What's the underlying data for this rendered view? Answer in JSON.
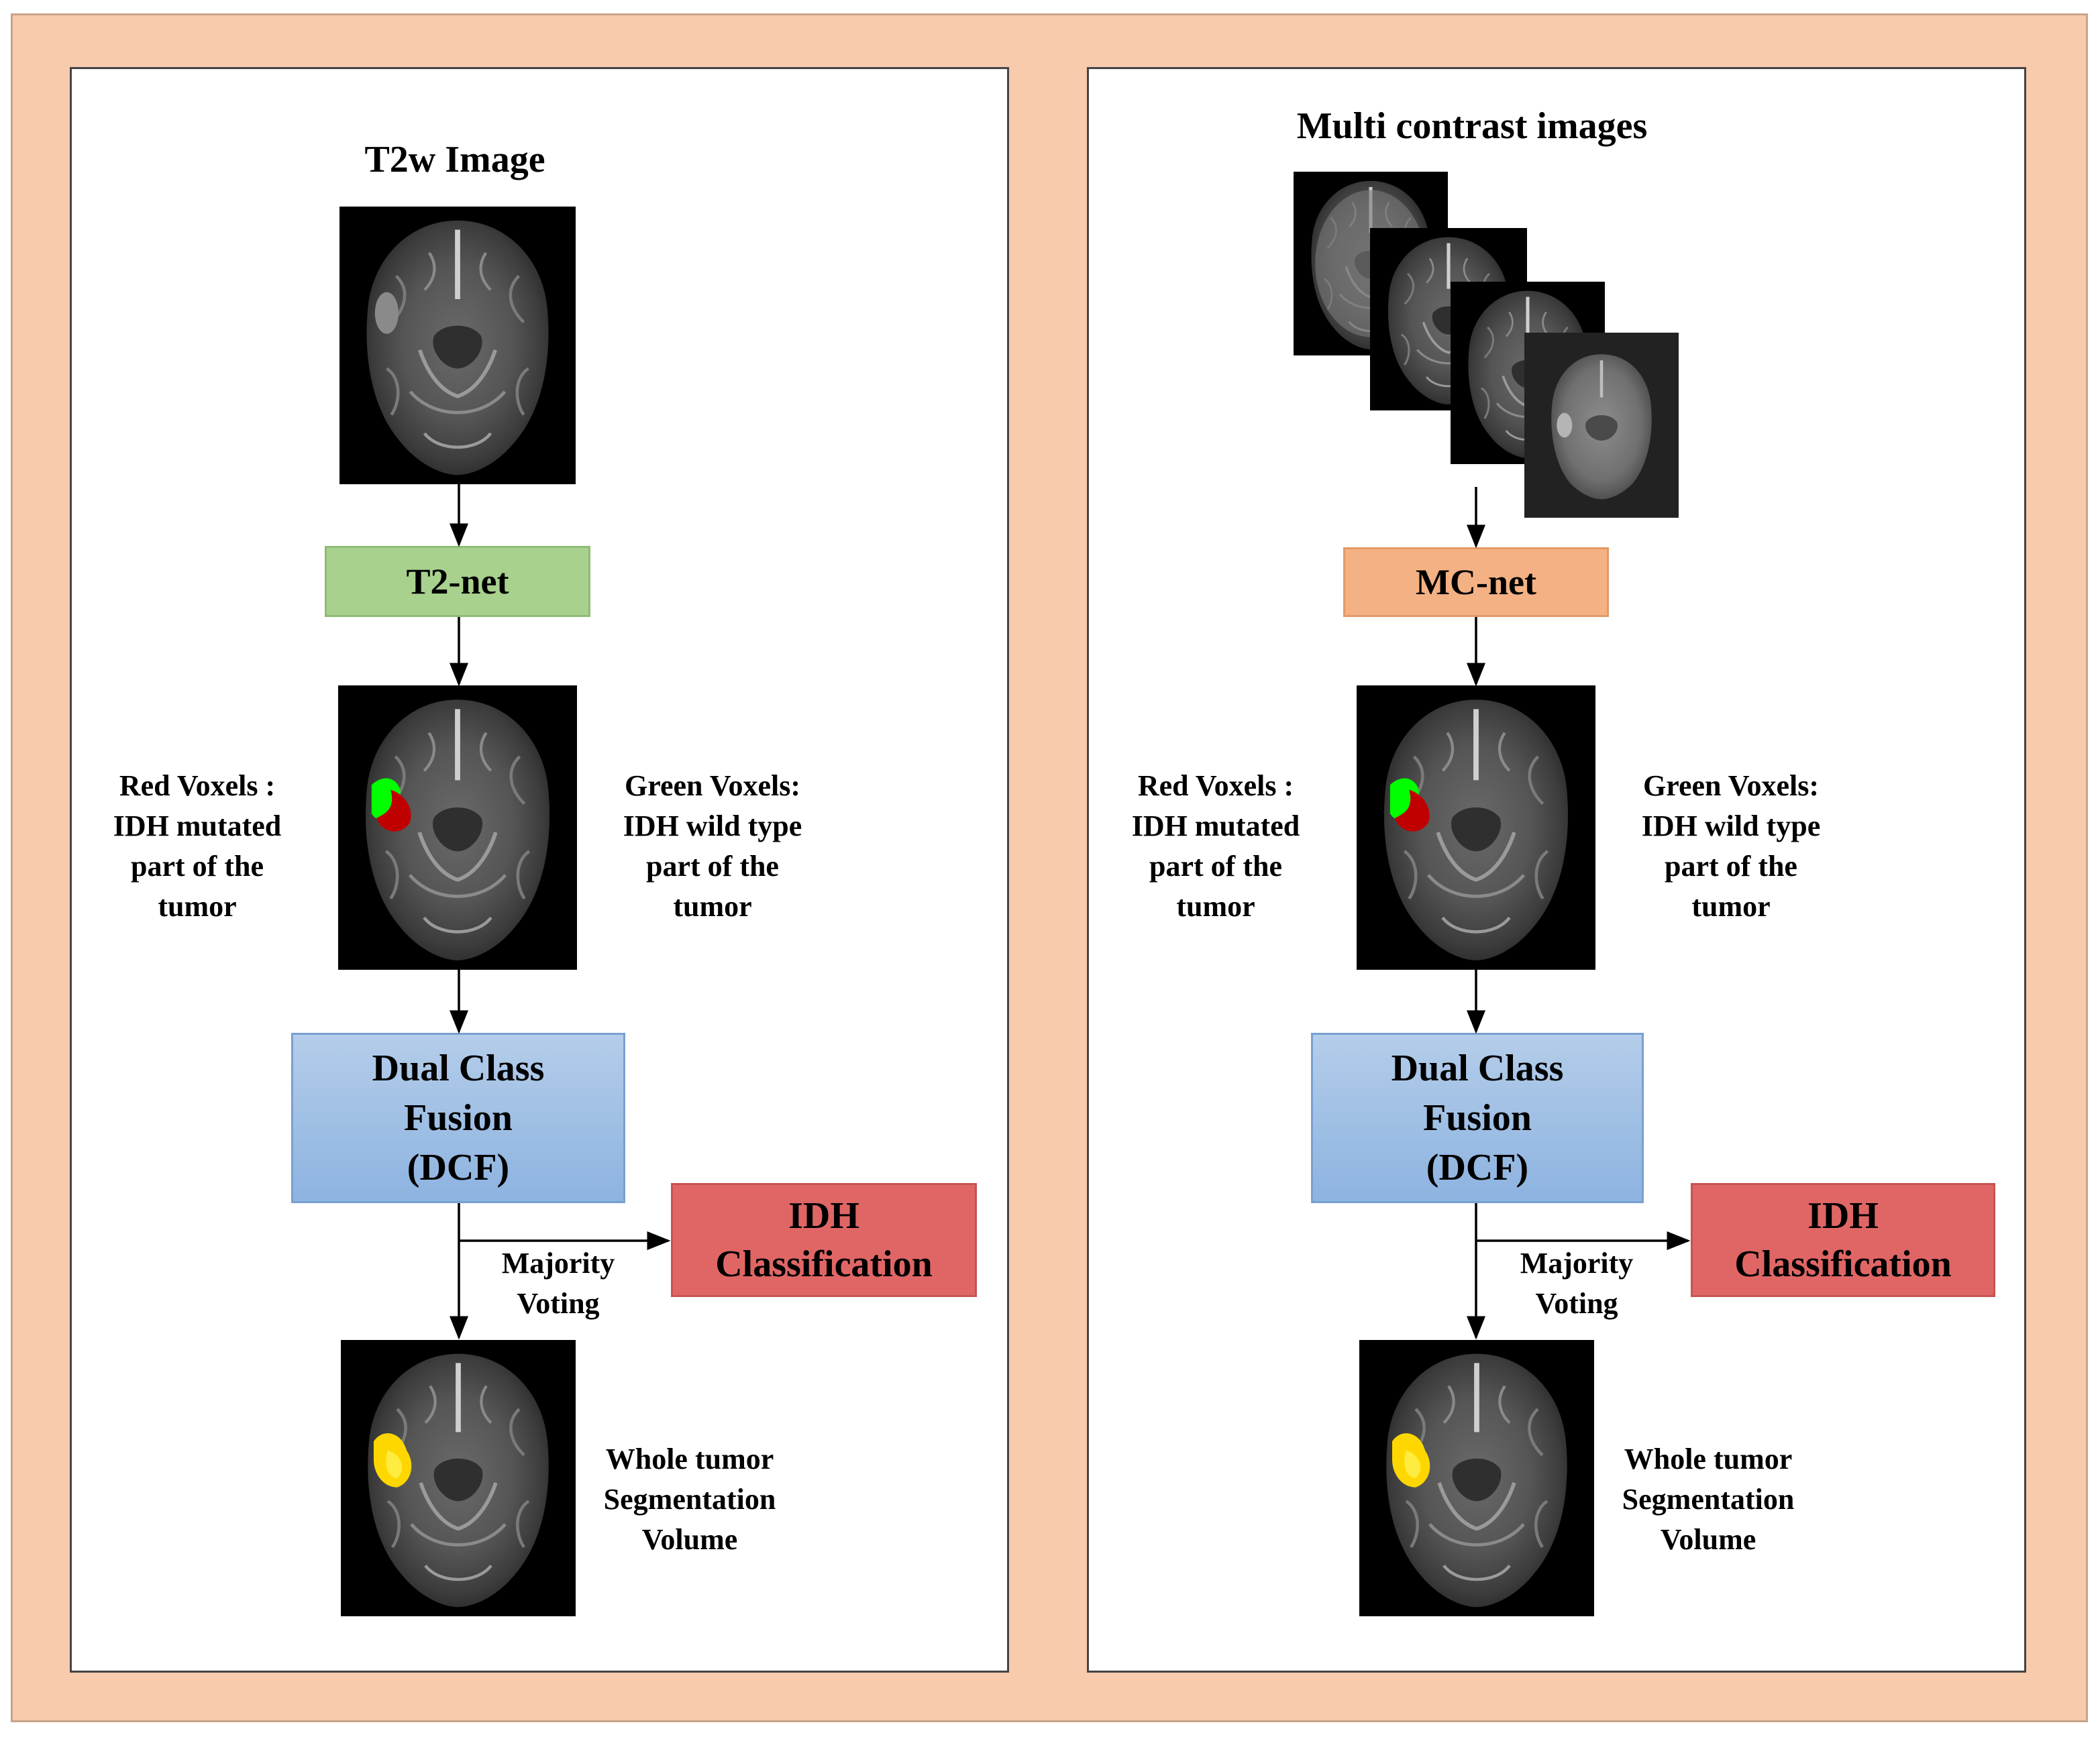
{
  "left": {
    "title": "T2w Image",
    "net": "T2-net",
    "red_label": [
      "Red Voxels :",
      "IDH mutated",
      "part of the",
      "tumor"
    ],
    "green_label": [
      "Green Voxels:",
      "IDH wild type",
      "part of the",
      "tumor"
    ],
    "dcf": [
      "Dual Class",
      "Fusion",
      "(DCF)"
    ],
    "voting": [
      "Majority",
      "Voting"
    ],
    "idh": [
      "IDH",
      "Classification"
    ],
    "seg_label": [
      "Whole tumor",
      "Segmentation",
      "Volume"
    ]
  },
  "right": {
    "title": "Multi contrast images",
    "net": "MC-net",
    "red_label": [
      "Red Voxels :",
      "IDH mutated",
      "part of the",
      "tumor"
    ],
    "green_label": [
      "Green Voxels:",
      "IDH wild type",
      "part of the",
      "tumor"
    ],
    "dcf": [
      "Dual Class",
      "Fusion",
      "(DCF)"
    ],
    "voting": [
      "Majority",
      "Voting"
    ],
    "idh": [
      "IDH",
      "Classification"
    ],
    "seg_label": [
      "Whole tumor",
      "Segmentation",
      "Volume"
    ]
  },
  "colors": {
    "frame": "#f8cbad",
    "t2net": "#a9d18e",
    "mcnet": "#f4b183",
    "dcf": "#9dc3e6",
    "idh": "#e06666",
    "red_voxels": "#c00000",
    "green_voxels": "#00ff00",
    "whole_tumor": "#ffd700"
  },
  "icons": [
    "brain-mri-image",
    "arrow-down",
    "arrow-right"
  ]
}
